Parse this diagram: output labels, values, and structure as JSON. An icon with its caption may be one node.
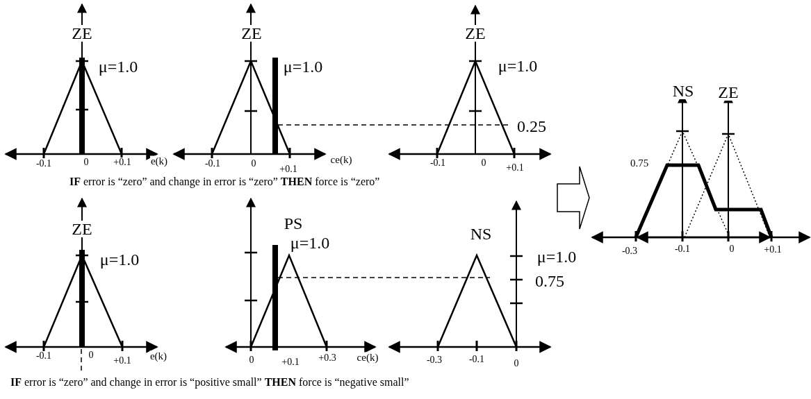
{
  "diagram": {
    "labels": [
      "ZE",
      "μ=1.0",
      "-0.1",
      "0",
      "+0.1",
      "e(k)",
      "ZE",
      "μ=1.0",
      "-0.1",
      "0",
      "+0.1",
      "ce(k)",
      "ZE",
      "μ=1.0",
      "0.25",
      "-0.1",
      "0",
      "+0.1",
      "**IF** error is “zero” and change in error is “zero” **THEN** force is “zero”",
      "ZE",
      "μ=1.0",
      "-0.1",
      "0",
      "+0.1",
      "e(k)",
      "PS",
      "μ=1.0",
      "0",
      "+0.1",
      "+0.3",
      "ce(k)",
      "NS",
      "μ=1.0",
      "0.75",
      "-0.3",
      "-0.1",
      "0",
      "**IF** error is “zero” and change in error is “positive small” **THEN** force is “negative small”",
      "NS",
      "ZE",
      "0.75",
      "-0.3",
      "-0.1",
      "0",
      "+0.1"
    ]
  }
}
